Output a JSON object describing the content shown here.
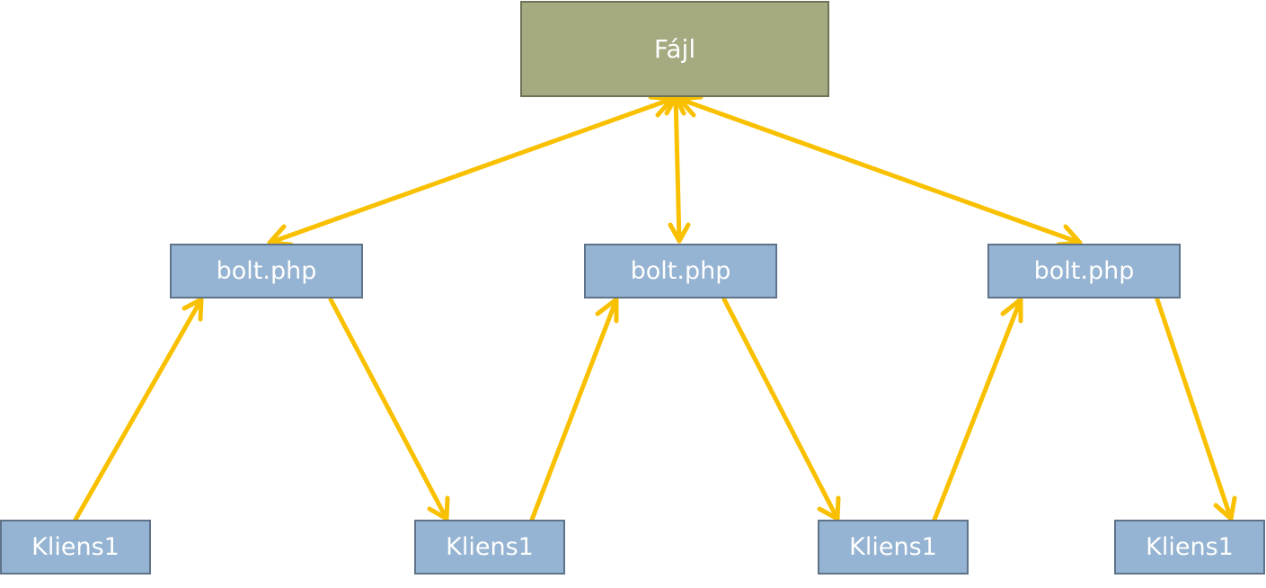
{
  "diagram": {
    "file_label": "Fájl",
    "server_label": "bolt.php",
    "client_label": "Kliens1",
    "colors": {
      "file_fill": "#a5aa80",
      "node_fill": "#95b3d2",
      "arrow": "#f9c000",
      "text": "#ffffff"
    }
  }
}
